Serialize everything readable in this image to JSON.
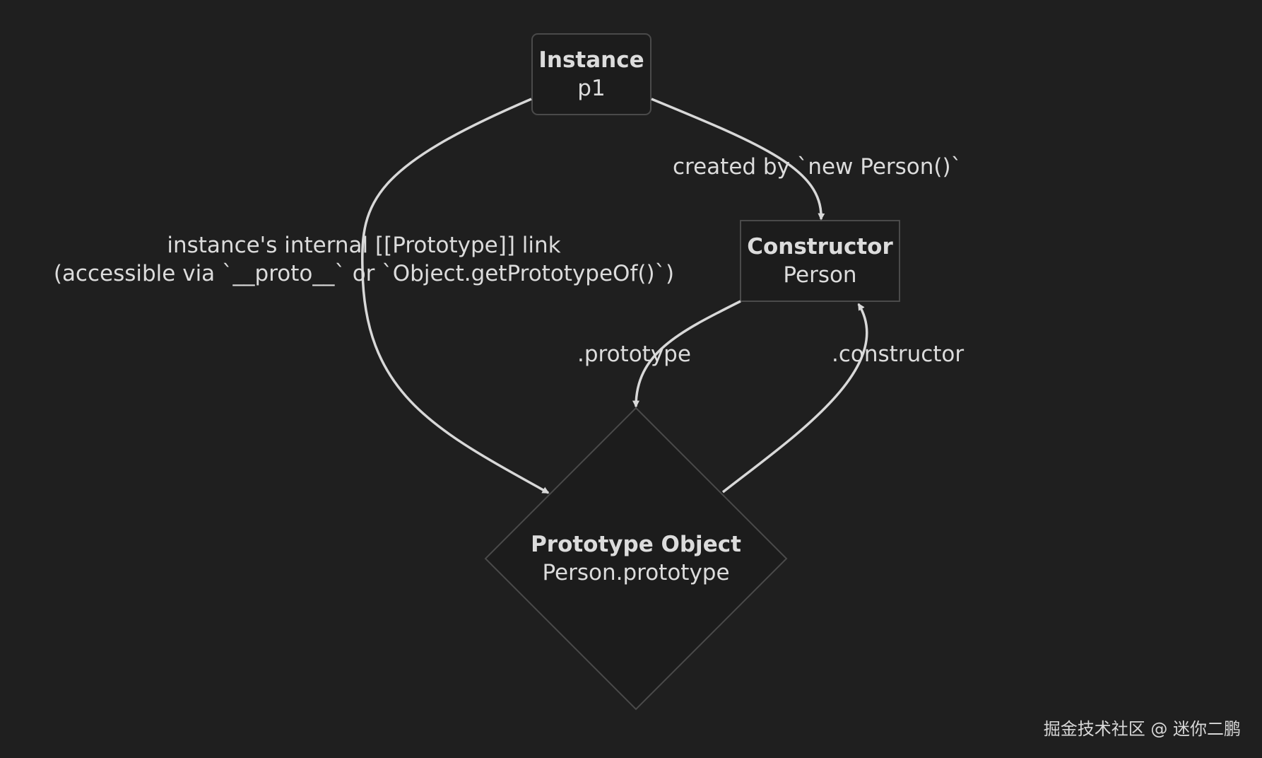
{
  "nodes": {
    "instance": {
      "title": "Instance",
      "subtitle": "p1"
    },
    "constructor": {
      "title": "Constructor",
      "subtitle": "Person"
    },
    "prototype": {
      "title": "Prototype Object",
      "subtitle": "Person.prototype"
    }
  },
  "edges": {
    "created_by": "created by `new Person()`",
    "proto_link_line1": "instance's internal [[Prototype]] link",
    "proto_link_line2": "(accessible via `__proto__` or `Object.getPrototypeOf()`)",
    "prototype_prop": ".prototype",
    "constructor_prop": ".constructor"
  },
  "watermark": "掘金技术社区 @ 迷你二鹏",
  "colors": {
    "background": "#1f1f1f",
    "node_fill": "#1c1c1c",
    "node_stroke": "#4a4a4a",
    "edge": "#d8d8d8",
    "text": "#dcdcdc"
  }
}
